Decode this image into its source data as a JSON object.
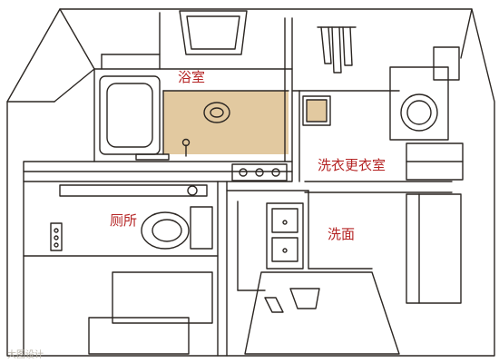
{
  "colors": {
    "bath_floor": "#e2c9a0",
    "floor": "#f9f6ee",
    "line": "#2b2622",
    "label": "#b52424",
    "watermark": "#b9b4aa"
  },
  "rooms": {
    "bathroom": {
      "label": "浴室"
    },
    "laundry": {
      "label": "洗衣更衣室"
    },
    "toilet": {
      "label": "厕所"
    },
    "washroom": {
      "label": "洗面"
    }
  },
  "watermark": {
    "text": "大图设计"
  }
}
